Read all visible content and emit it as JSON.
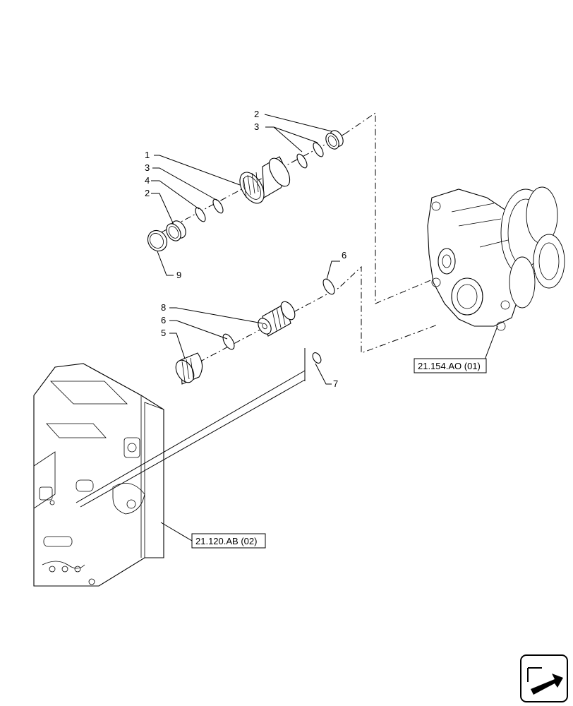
{
  "callouts": [
    {
      "id": "c2a",
      "label": "2"
    },
    {
      "id": "c3a",
      "label": "3"
    },
    {
      "id": "c1",
      "label": "1"
    },
    {
      "id": "c3b",
      "label": "3"
    },
    {
      "id": "c4",
      "label": "4"
    },
    {
      "id": "c2b",
      "label": "2"
    },
    {
      "id": "c9",
      "label": "9"
    },
    {
      "id": "c6a",
      "label": "6"
    },
    {
      "id": "c8",
      "label": "8"
    },
    {
      "id": "c6b",
      "label": "6"
    },
    {
      "id": "c5",
      "label": "5"
    },
    {
      "id": "c7",
      "label": "7"
    }
  ],
  "references": {
    "gearbox_ref": "21.154.AO (01)",
    "housing_ref": "21.120.AB (02)"
  },
  "nav": {
    "icon": "arrow-return-icon"
  }
}
